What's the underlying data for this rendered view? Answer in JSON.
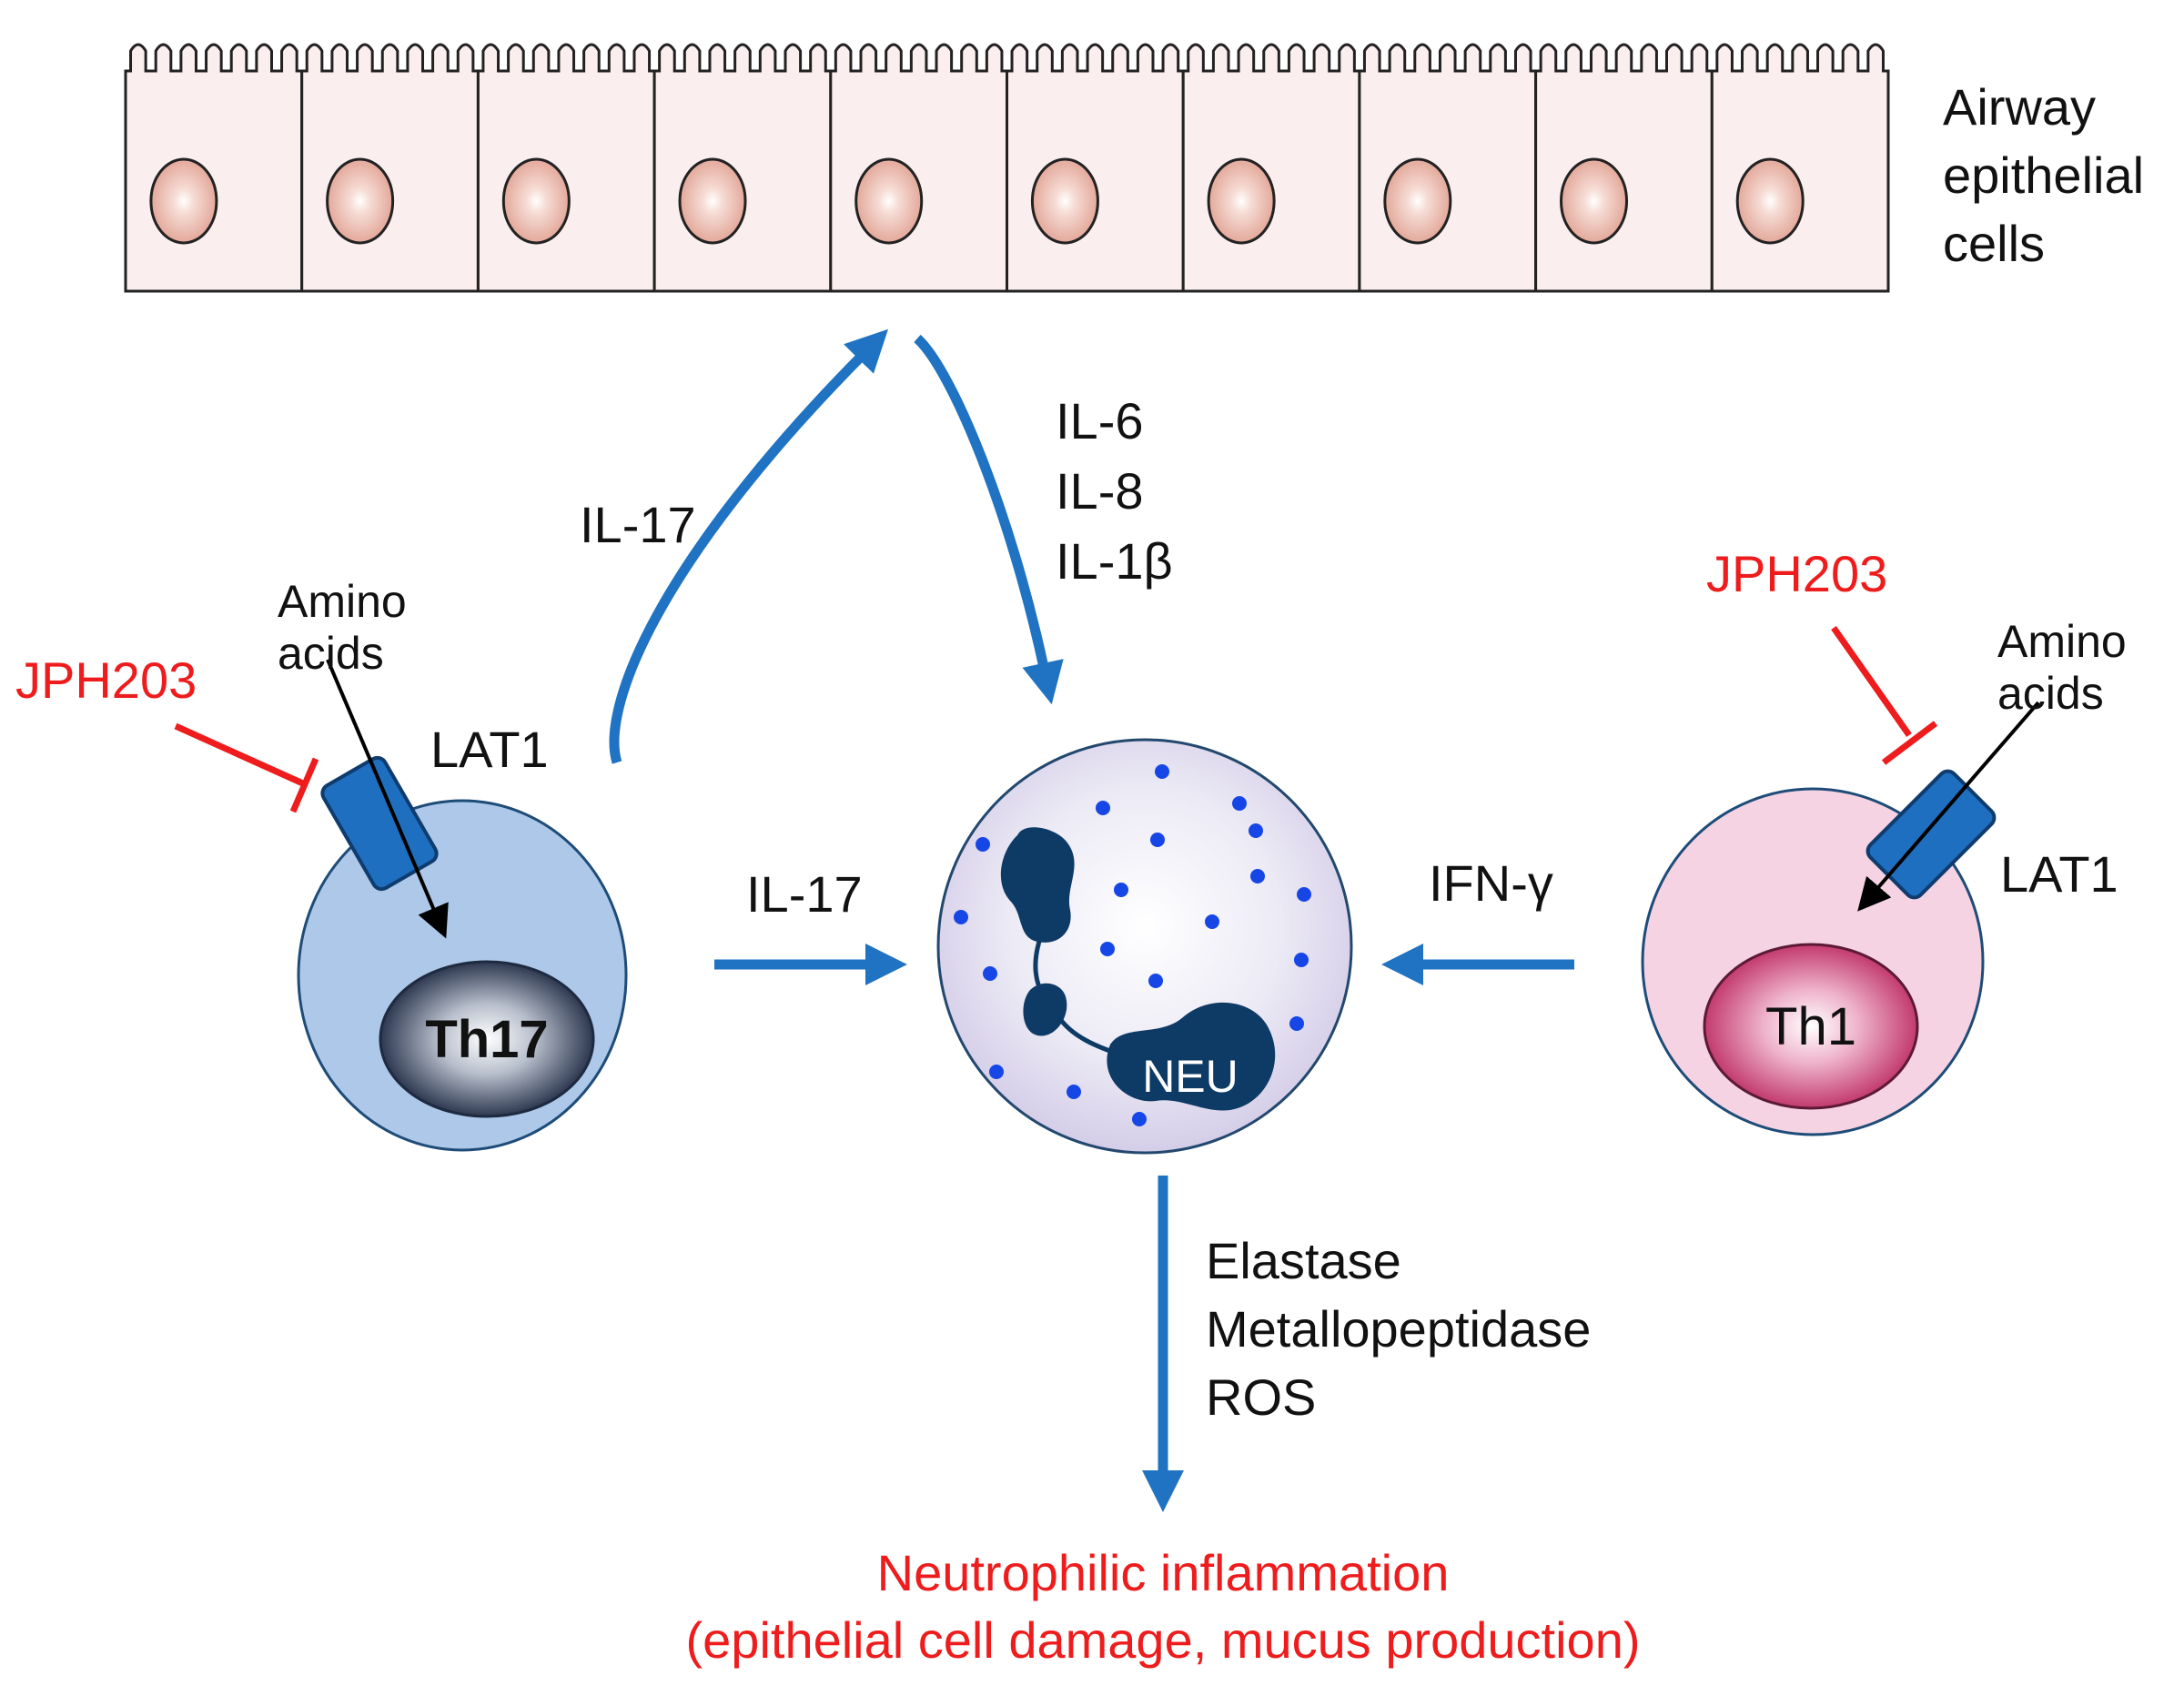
{
  "epithelium": {
    "label_lines": [
      "Airway",
      "epithelial",
      "cells"
    ],
    "cell_count": 10
  },
  "th17": {
    "nucleus_label": "Th17",
    "transporter_label": "LAT1",
    "amino_acids_lines": [
      "Amino",
      "acids"
    ],
    "inhibitor_label": "JPH203"
  },
  "th1": {
    "nucleus_label": "Th1",
    "transporter_label": "LAT1",
    "amino_acids_lines": [
      "Amino",
      "acids"
    ],
    "inhibitor_label": "JPH203"
  },
  "neutrophil": {
    "label": "NEU"
  },
  "signals": {
    "th17_to_epithelium": "IL-17",
    "epithelium_to_neutrophil": [
      "IL-6",
      "IL-8",
      "IL-1β"
    ],
    "th17_to_neutrophil": "IL-17",
    "th1_to_neutrophil": "IFN-γ",
    "neutrophil_outputs": [
      "Elastase",
      "Metallopeptidase",
      "ROS"
    ]
  },
  "outcome": {
    "line1": "Neutrophilic inflammation",
    "line2": "(epithelial cell damage, mucus production)"
  },
  "colors": {
    "arrow_blue": "#1f73c2",
    "inhibitor_red": "#ee1c1c",
    "th17_cell": "#adc8e8",
    "th1_cell": "#f5d3e3",
    "neutrophil_granule": "#1646e6",
    "neutrophil_nucleus": "#0e3a66"
  }
}
